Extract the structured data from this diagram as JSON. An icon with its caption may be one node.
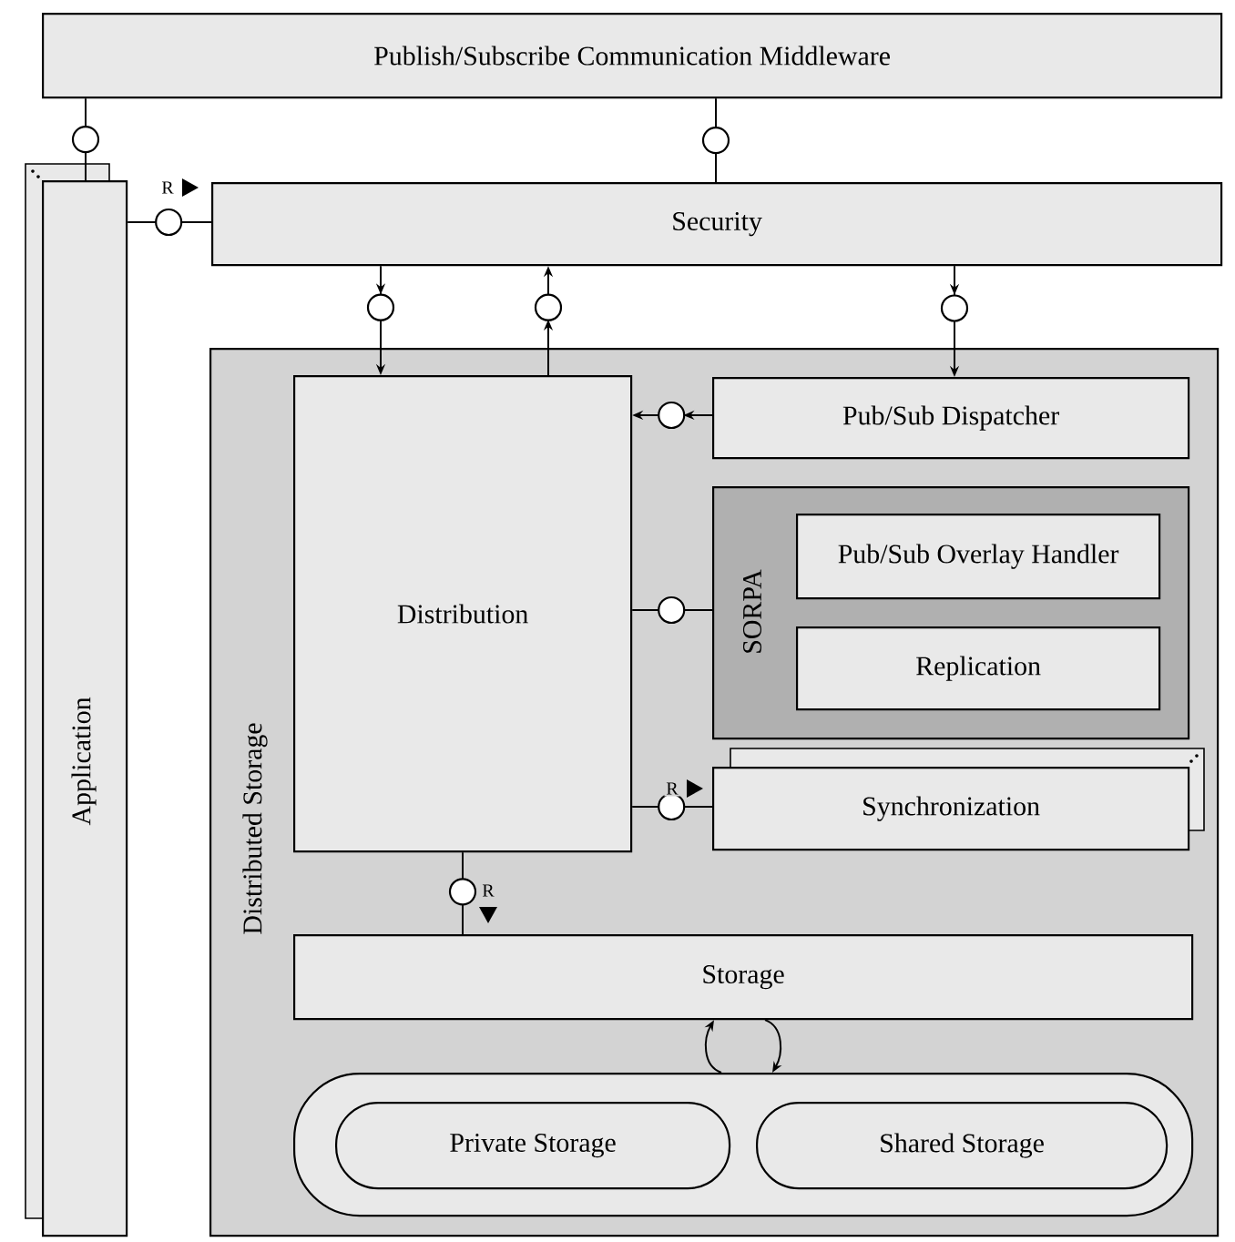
{
  "diagram": {
    "nodes": [
      {
        "text": [
          "Publish/Subscribe Communication Middleware"
        ]
      },
      {
        "text": [
          "Security"
        ]
      },
      {
        "text": [
          "Application"
        ]
      },
      {
        "text": [
          "Distributed Storage"
        ]
      },
      {
        "text": [
          "Distribution"
        ],
        "in": 3
      },
      {
        "text": [
          "Pub/Sub Dispatcher"
        ],
        "in": 3
      },
      {
        "text": [
          "SORPA"
        ],
        "in": 3
      },
      {
        "text": [
          "Pub/Sub Overlay Handler"
        ],
        "in": 6
      },
      {
        "text": [
          "Replication"
        ],
        "in": 6
      },
      {
        "text": [
          "Synchronization"
        ],
        "in": 3
      },
      {
        "text": [
          "Storage"
        ],
        "in": 3
      },
      {
        "text": [],
        "shape": "box",
        "in": 3
      },
      {
        "text": [
          "Private Storage"
        ],
        "in": 11
      },
      {
        "text": [
          "Shared Storage"
        ],
        "in": 11
      }
    ],
    "edges": [
      {
        "from": 0,
        "to": 2,
        "arrow": "none"
      },
      {
        "from": 0,
        "to": 1,
        "arrow": "none"
      },
      {
        "from": 2,
        "to": 1,
        "arrow": "none",
        "label": "R"
      },
      {
        "from": 1,
        "to": 4,
        "arrow": "to"
      },
      {
        "from": 4,
        "to": 1,
        "arrow": "to"
      },
      {
        "from": 1,
        "to": 5,
        "arrow": "to"
      },
      {
        "from": 5,
        "to": 4,
        "arrow": "to"
      },
      {
        "from": 4,
        "to": 6,
        "arrow": "none"
      },
      {
        "from": 4,
        "to": 9,
        "arrow": "none",
        "label": "R"
      },
      {
        "from": 4,
        "to": 10,
        "arrow": "none",
        "label": "R"
      },
      {
        "from": 11,
        "to": 10,
        "arrow": "to"
      },
      {
        "from": 10,
        "to": 11,
        "arrow": "to"
      }
    ]
  }
}
